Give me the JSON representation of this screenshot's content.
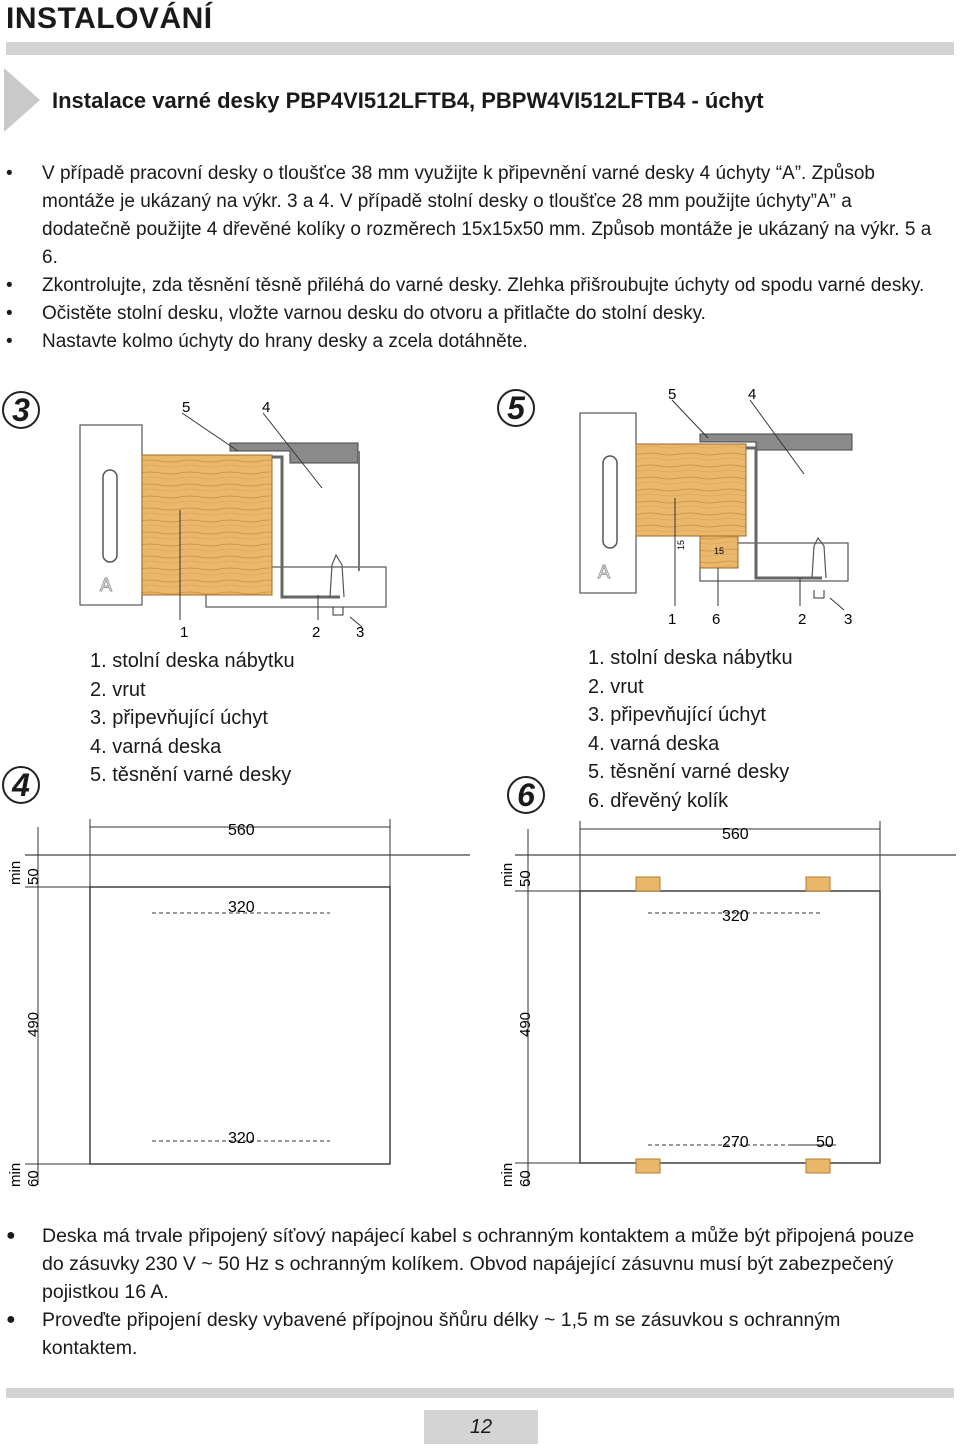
{
  "header": {
    "title": "INSTALOVÁNÍ"
  },
  "section": {
    "title": "Instalace varné desky PBP4VI512LFTB4, PBPW4VI512LFTB4 - úchyt"
  },
  "instructions": [
    "V případě pracovní desky o tloušťce 38 mm využijte k připevnění varné desky 4 úchyty “A”. Způsob montáže je ukázaný na výkr. 3 a 4. V případě stolní desky o tloušťce 28 mm použijte úchyty”A” a dodatečně použijte 4 dřevěné kolíky o rozměrech 15x15x50 mm. Způsob montáže je ukázaný na výkr. 5 a 6.",
    "Zkontrolujte, zda těsnění těsně přiléhá do varné desky. Zlehka přišroubujte úchyty od spodu varné desky.",
    "Očistěte stolní desku, vložte varnou desku do otvoru a přitlačte do stolní desky.",
    "Nastavte kolmo úchyty do hrany desky a zcela dotáhněte."
  ],
  "figures": {
    "fig3": {
      "number": "3",
      "callouts": {
        "c5": "5",
        "c4": "4",
        "c1": "1",
        "c2": "2",
        "c3": "3"
      },
      "clip_letter": "A"
    },
    "fig5": {
      "number": "5",
      "callouts": {
        "c5": "5",
        "c4": "4",
        "c1": "1",
        "c6": "6",
        "c2": "2",
        "c3": "3"
      },
      "clip_letter": "A",
      "dowel_dims": {
        "a": "15",
        "b": "15"
      }
    },
    "fig4": {
      "number": "4",
      "legend": [
        "1. stolní deska nábytku",
        "2. vrut",
        "3. připevňující úchyt",
        "4. varná deska",
        "5. těsnění varné desky"
      ],
      "dims": {
        "width": "560",
        "top_offset_label": "min",
        "top_offset": "50",
        "height": "490",
        "bottom_offset_label": "min",
        "bottom_offset": "60",
        "inner_top": "320",
        "inner_bottom": "320"
      }
    },
    "fig6": {
      "number": "6",
      "legend": [
        "1. stolní deska nábytku",
        "2. vrut",
        "3. připevňující úchyt",
        "4. varná deska",
        "5. těsnění varné desky",
        "6. dřevěný kolík"
      ],
      "dims": {
        "width": "560",
        "top_offset_label": "min",
        "top_offset": "50",
        "height": "490",
        "bottom_offset_label": "min",
        "bottom_offset": "60",
        "inner_top": "320",
        "inner_bottom": "270",
        "dowel_offset": "50"
      }
    }
  },
  "notes": [
    "Deska má trvale připojený síťový napájecí kabel s ochranným kontaktem a může být připojená pouze do zásuvky 230 V ~ 50 Hz s ochranným kolíkem. Obvod napájející zásuvnu musí být zabezpečený pojistkou 16 A.",
    "Proveďte připojení desky vybavené přípojnou šňůru délky ~ 1,5 m se zásuvkou s ochranným kontaktem."
  ],
  "footer": {
    "page_number": "12"
  },
  "colors": {
    "rule_gray": "#d4d4d4",
    "wood": "#e9b76a",
    "metal": "#7a7a7a"
  }
}
